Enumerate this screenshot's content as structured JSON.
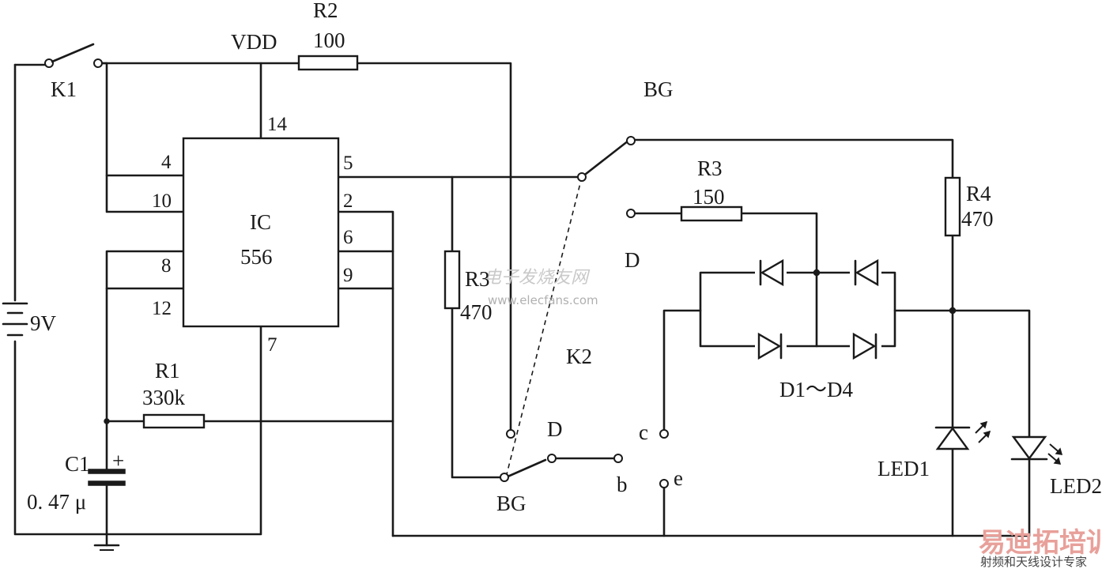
{
  "labels": {
    "vdd": "VDD",
    "k1": "K1",
    "battery": "9V",
    "r2_name": "R2",
    "r2_value": "100",
    "ic_name": "IC",
    "ic_part": "556",
    "pin14": "14",
    "pin4": "4",
    "pin10": "10",
    "pin8": "8",
    "pin12": "12",
    "pin5": "5",
    "pin2": "2",
    "pin6": "6",
    "pin9": "9",
    "pin7": "7",
    "r1_name": "R1",
    "r1_value": "330k",
    "c1_name": "C1",
    "c1_value": "0. 47 μ",
    "c1_plus": "+",
    "r3a_name": "R3",
    "r3a_value": "470",
    "k2": "K2",
    "bg_top": "BG",
    "bg_bottom": "BG",
    "d_mid": "D",
    "d_bottom": "D",
    "b": "b",
    "c": "c",
    "e": "e",
    "r3b_name": "R3",
    "r3b_value": "150",
    "r4_name": "R4",
    "r4_value": "470",
    "diodes": "D1～D4",
    "led1": "LED1",
    "led2": "LED2"
  },
  "watermarks": {
    "site": "www.elecfans.com",
    "site_cn": "电子发烧友网",
    "logo_cn": "易迪拓培训",
    "logo_sub": "射频和天线设计专家"
  },
  "colors": {
    "ink": "#1a1a1a",
    "watermark_logo": "#e8a09a"
  }
}
